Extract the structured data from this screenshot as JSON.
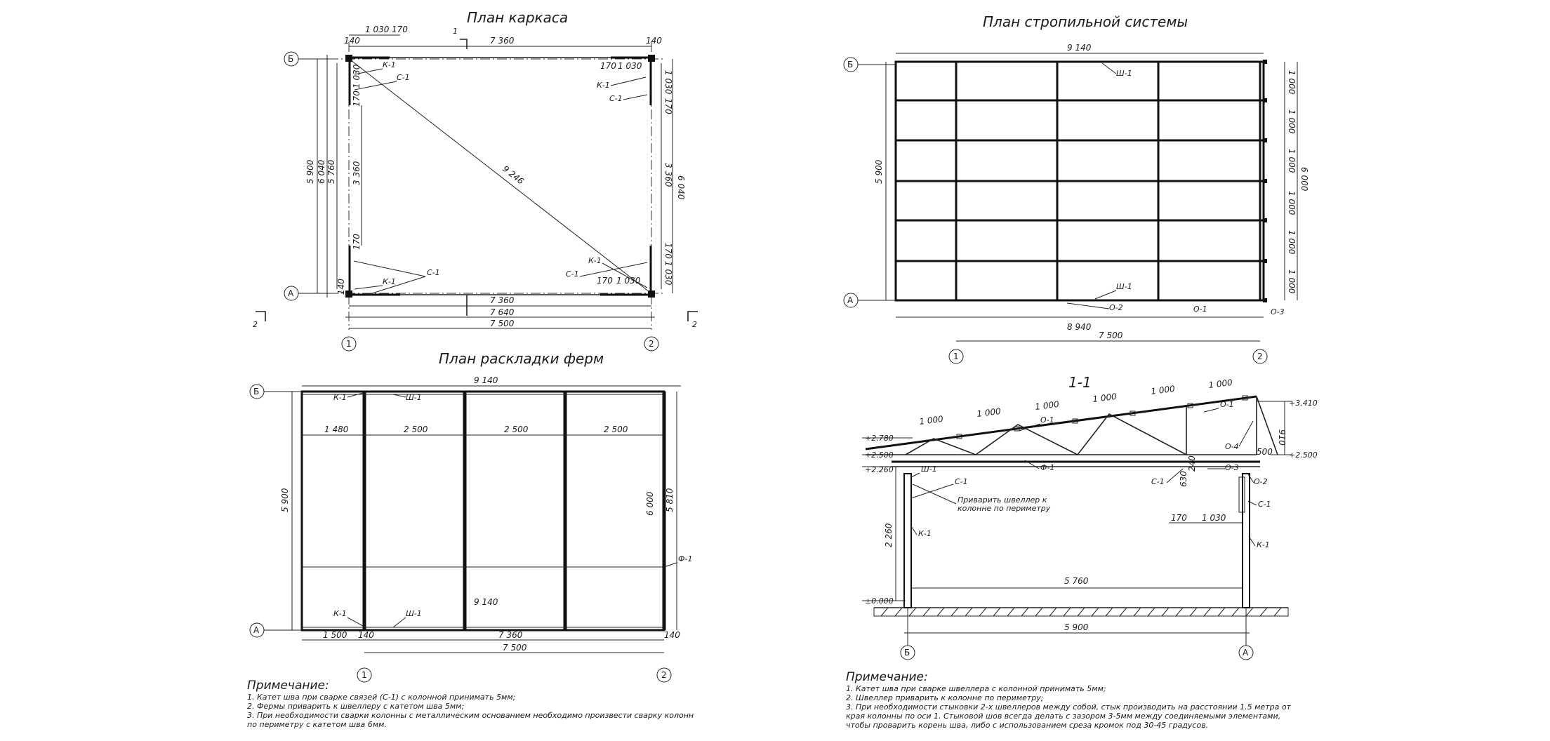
{
  "views": {
    "frame_plan": {
      "title": "План каркаса",
      "dims": {
        "top_a": "1 030",
        "top_b": "170",
        "top_main": "7 360",
        "top_l": "140",
        "top_r": "140",
        "left_5900": "5 900",
        "left_6040": "6 040",
        "left_5760": "5 760",
        "left_3360": "3 360",
        "left_1030": "1 030",
        "left_170a": "170",
        "left_170b": "170",
        "left_140": "140",
        "right_6040": "6 040",
        "right_3360": "3 360",
        "right_1030a": "1 030",
        "right_1030b": "1 030",
        "right_170a": "170",
        "right_170b": "170",
        "diag": "9 246",
        "bot_7360": "7 360",
        "bot_7640": "7 640",
        "bot_7500": "7 500",
        "in_tr_1030": "1 030",
        "in_tr_170": "170",
        "in_br_170": "170",
        "in_br_1030": "1 030"
      },
      "labels": {
        "k1_tl": "К-1",
        "c1_tl": "С-1",
        "k1_tr": "К-1",
        "c1_tr": "С-1",
        "c1_bl": "С-1",
        "k1_bl": "К-1",
        "c1_br": "С-1",
        "k1_br": "К-1"
      },
      "axes": {
        "b": "Б",
        "a": "А",
        "n1": "1",
        "n2": "2"
      },
      "cut_marks": {
        "c1": "1",
        "c2": "2"
      }
    },
    "rafter_plan": {
      "title": "План стропильной системы",
      "dims": {
        "top": "9 140",
        "left": "5 900",
        "right_total": "6 000",
        "right_1": "1 000",
        "right_2": "1 000",
        "right_3": "1 000",
        "right_4": "1 000",
        "right_5": "1 000",
        "right_6": "1 000",
        "bot_8940": "8 940",
        "bot_7500": "7 500"
      },
      "labels": {
        "sh1_top": "Ш-1",
        "sh1_bot": "Ш-1",
        "o2": "О-2",
        "o1": "О-1",
        "o3": "О-3"
      },
      "axes": {
        "b": "Б",
        "a": "А",
        "n1": "1",
        "n2": "2"
      }
    },
    "truss_plan": {
      "title": "План раскладки ферм",
      "dims": {
        "top": "9 140",
        "s1": "1 480",
        "s2": "2 500",
        "s3": "2 500",
        "s4": "2 500",
        "left": "5 900",
        "inner": "6 000",
        "right": "5 810",
        "mid": "9 140",
        "bot_1500": "1 500",
        "bot_140a": "140",
        "bot_7360": "7 360",
        "bot_140b": "140",
        "bot_7500": "7 500"
      },
      "labels": {
        "k1_top": "К-1",
        "sh1_top": "Ш-1",
        "k1_bot": "К-1",
        "sh1_bot": "Ш-1",
        "f1": "Ф-1"
      },
      "axes": {
        "b": "Б",
        "a": "А",
        "n1": "1",
        "n2": "2"
      }
    },
    "section": {
      "title": "1-1",
      "elev": {
        "e3410": "+3.410",
        "e2780": "+2.780",
        "e2500l": "+2.500",
        "e2500r": "+2.500",
        "e2260": "+2.260",
        "e0": "±0.000"
      },
      "dims": {
        "p1": "1 000",
        "p2": "1 000",
        "p3": "1 000",
        "p4": "1 000",
        "p5": "1 000",
        "p6": "1 000",
        "h910": "910",
        "h500": "500",
        "h630": "630",
        "h240": "240",
        "d170": "170",
        "d1030": "1 030",
        "h2260": "2 260",
        "span5760": "5 760",
        "span5900": "5 900"
      },
      "labels": {
        "o1_top": "О-1",
        "o1_mid": "О-1",
        "o4": "О-4",
        "o3": "О-3",
        "o2": "О-2",
        "f1": "Ф-1",
        "sh1": "Ш-1",
        "c1_left": "С-1",
        "c1_mid": "С-1",
        "c1_right": "С-1",
        "k1_left": "К-1",
        "k1_right": "К-1",
        "weld_note_1": "Приварить швеллер к",
        "weld_note_2": "колонне по периметру"
      },
      "axes": {
        "b": "Б",
        "a": "А"
      }
    }
  },
  "notes_left": {
    "heading": "Примечание:",
    "lines": [
      "1. Катет шва при сварке связей (С-1) с колонной принимать 5мм;",
      "2. Фермы приварить к швеллеру с катетом шва 5мм;",
      "3. При необходимости сварки колонны с металлическим основанием необходимо произвести сварку колонн",
      "по периметру с катетом шва 6мм."
    ]
  },
  "notes_right": {
    "heading": "Примечание:",
    "lines": [
      "1. Катет шва при сварке швеллера с колонной принимать 5мм;",
      "2. Швеллер приварить к колонне по периметру;",
      "3. При необходимости стыковки 2-х швеллеров между собой, стык производить на расстоянии 1.5 метра от",
      "края колонны по оси 1. Стыковой шов всегда делать с зазором 3-5мм между соединяемыми элементами,",
      "чтобы проварить корень шва, либо с использованием среза кромок под 30-45 градусов."
    ]
  }
}
